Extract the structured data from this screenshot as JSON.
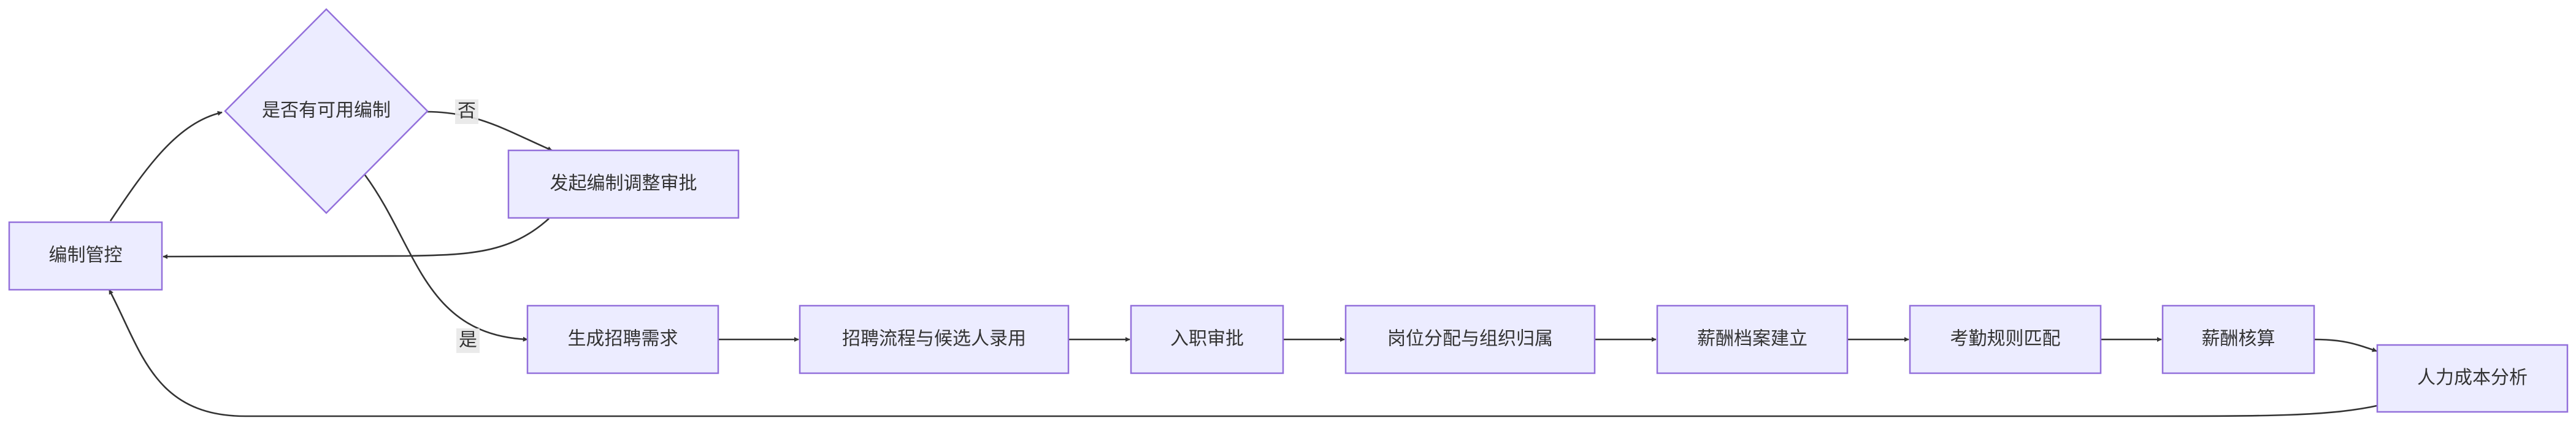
{
  "nodes": {
    "quota_control": "编制管控",
    "check_quota": "是否有可用编制",
    "quota_adjust": "发起编制调整审批",
    "generate_demand": "生成招聘需求",
    "recruit_process": "招聘流程与候选人录用",
    "onboard_approval": "入职审批",
    "position_assign": "岗位分配与组织归属",
    "salary_archive": "薪酬档案建立",
    "attendance_match": "考勤规则匹配",
    "payroll_calc": "薪酬核算",
    "cost_analysis": "人力成本分析"
  },
  "edge_labels": {
    "no": "否",
    "yes": "是"
  },
  "colors": {
    "node_fill": "#ECECFF",
    "node_stroke": "#9370DB",
    "edge": "#333333",
    "text": "#333333"
  }
}
